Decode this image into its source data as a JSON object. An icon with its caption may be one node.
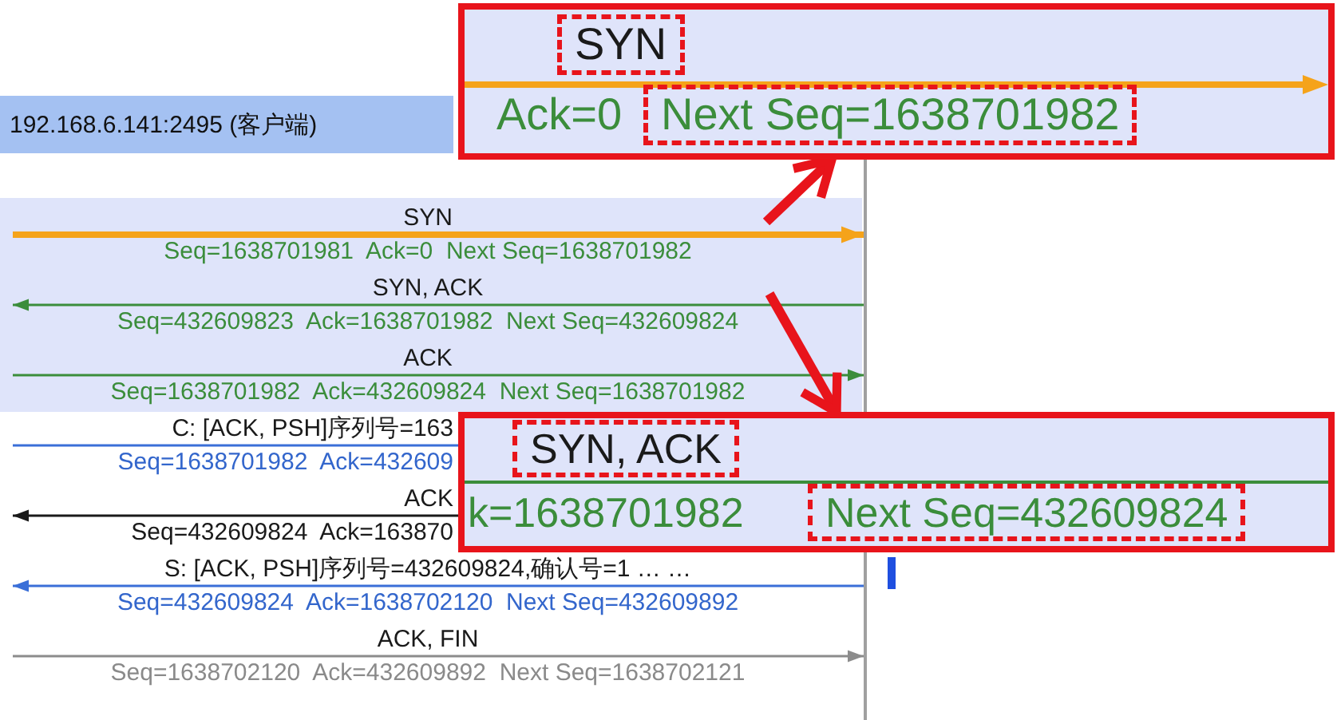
{
  "diagram": {
    "nodes": [
      {
        "text": [
          "Ack=0"
        ]
      },
      {
        "text": [
          "SYN"
        ],
        "in": 0
      },
      {
        "text": [
          "Next Seq=1638701982"
        ],
        "in": 0
      },
      {
        "text": [
          "192.168.6.141:2495 (客户端)"
        ]
      },
      {
        "text": [],
        "shape": "line"
      },
      {
        "text": [
          "k=1638701982"
        ]
      },
      {
        "text": [
          "SYN, ACK"
        ],
        "in": 5
      },
      {
        "text": [
          "Next Seq=432609824"
        ],
        "in": 5
      }
    ],
    "edges": [
      {
        "from": null,
        "to": 4,
        "arrow": "to",
        "label": "SYN",
        "style": "thick",
        "color": "#f5a31a"
      },
      {
        "from": 4,
        "to": null,
        "arrow": "to",
        "label": "SYN, ACK",
        "color": "#3b8d3b"
      },
      {
        "from": null,
        "to": 4,
        "arrow": "to",
        "label": "ACK",
        "color": "#3b8d3b"
      },
      {
        "from": null,
        "to": 5,
        "arrow": "none",
        "label": "C: [ACK, PSH]序列号=163",
        "color": "#3a6fd8"
      },
      {
        "from": 5,
        "to": null,
        "arrow": "to",
        "label": "ACK",
        "color": "#1a1a1a"
      },
      {
        "from": 4,
        "to": null,
        "arrow": "to",
        "label": "S: [ACK, PSH]序列号=432609824,确认号=1 … …",
        "color": "#3a6fd8"
      },
      {
        "from": null,
        "to": 4,
        "arrow": "to",
        "label": "ACK, FIN",
        "color": "#8c8c8c"
      },
      {
        "from": null,
        "to": 0,
        "arrow": "to",
        "style": "thick",
        "color": "#e8141b"
      },
      {
        "from": null,
        "to": 5,
        "arrow": "to",
        "style": "thick",
        "color": "#e8141b"
      }
    ],
    "labels": [
      "Seq=1638701981  Ack=0  Next Seq=1638701982",
      "Seq=432609823  Ack=1638701982  Next Seq=432609824",
      "Seq=1638701982  Ack=432609824  Next Seq=1638701982",
      "Seq=1638701982  Ack=432609",
      "Seq=432609824  Ack=163870",
      "Seq=432609824  Ack=1638702120  Next Seq=432609892",
      "Seq=1638702120  Ack=432609892  Next Seq=1638702121"
    ]
  }
}
